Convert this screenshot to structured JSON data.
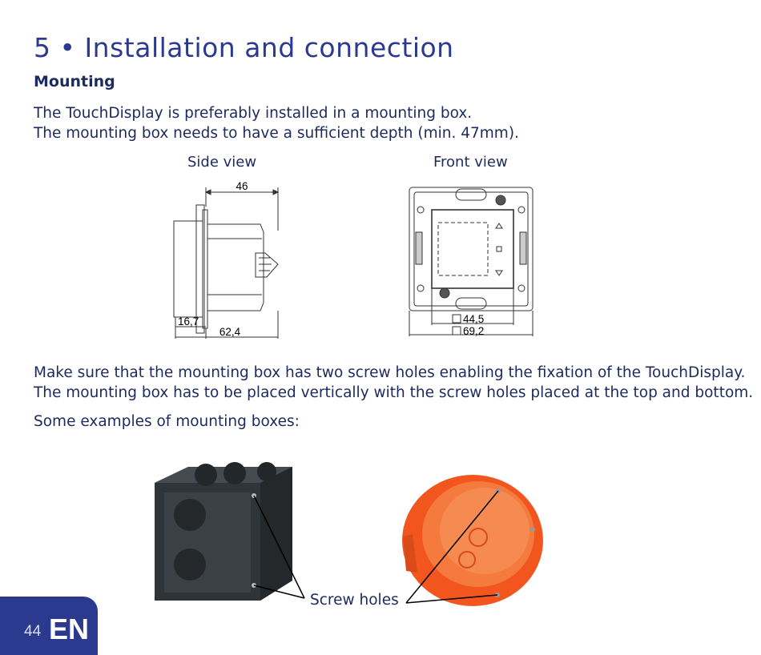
{
  "section": {
    "title": "5 • Installation and connection",
    "subtitle": "Mounting"
  },
  "intro": {
    "line1": "The TouchDisplay is preferably installed in a mounting box.",
    "line2": "The mounting box needs to have a sufficient depth (min. 47mm)."
  },
  "diagrams": {
    "side_view": {
      "label": "Side view",
      "dim_top": "46",
      "dim_left": "16,7",
      "dim_bottom": "62,4"
    },
    "front_view": {
      "label": "Front view",
      "dim_inner": "44,5",
      "dim_outer": "69,2"
    }
  },
  "body": {
    "line1": "Make sure that the mounting box has two screw holes enabling the fixation of the TouchDisplay.",
    "line2": "The mounting box has to be placed vertically with the screw holes placed at the top and bottom.",
    "examples": "Some examples of mounting boxes:"
  },
  "photos": {
    "callout": "Screw holes",
    "colors": {
      "black_box": "#2f3438",
      "orange_box": "#f2561e"
    }
  },
  "footer": {
    "page_number": "44",
    "language": "EN",
    "badge_color": "#2b3a8f"
  }
}
